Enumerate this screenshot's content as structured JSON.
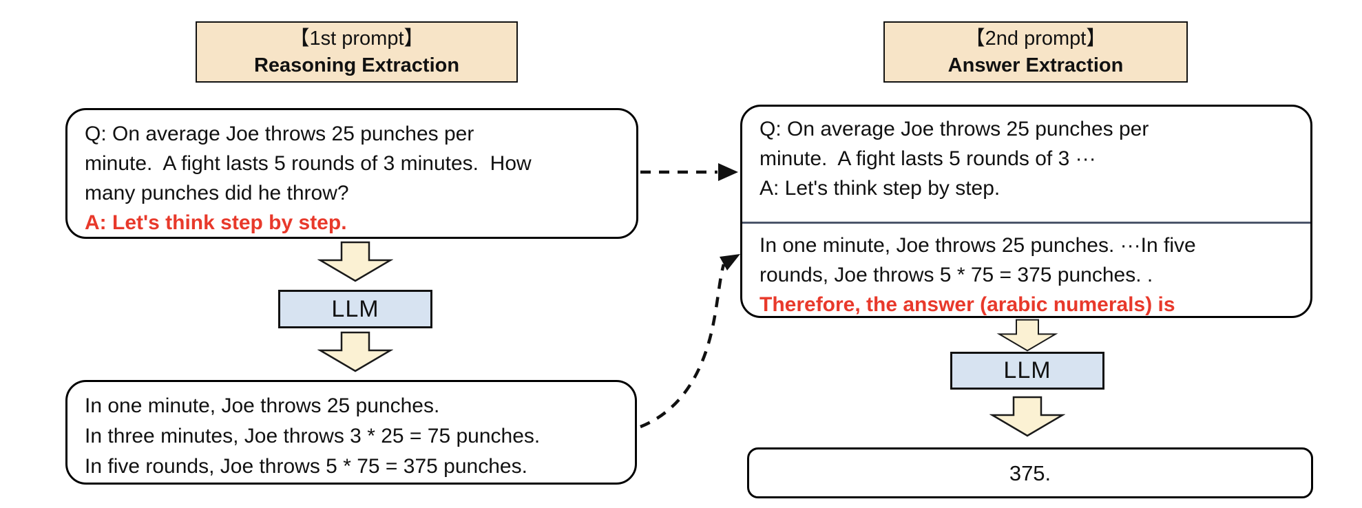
{
  "colors": {
    "header_fill": "#f7e4c7",
    "llm_fill": "#d7e3f1",
    "block_arrow_fill": "#fbf1d3",
    "highlight_red": "#e8392b",
    "divider": "#4b556a",
    "outline": "#111111"
  },
  "left": {
    "header": {
      "line1": "【1st prompt】",
      "line2": "Reasoning Extraction"
    },
    "prompt_box": {
      "question": "Q: On average Joe throws 25 punches per\nminute.  A fight lasts 5 rounds of 3 minutes.  How\nmany punches did he throw?",
      "trigger": "A: Let's think step by step."
    },
    "llm_label": "LLM",
    "output_box": {
      "text": "In one minute, Joe throws 25 punches.\nIn three minutes, Joe throws 3 * 25 = 75 punches.\nIn five rounds, Joe throws 5 * 75 = 375 punches."
    }
  },
  "right": {
    "header": {
      "line1": "【2nd prompt】",
      "line2": "Answer Extraction"
    },
    "prompt_box": {
      "question": "Q: On average Joe throws 25 punches per\nminute.  A fight lasts 5 rounds of 3 ···\nA: Let's think step by step.",
      "reasoning": "In one minute, Joe throws 25 punches. ···In five\nrounds, Joe throws 5 * 75 = 375 punches. .",
      "trigger": "Therefore, the answer (arabic numerals) is"
    },
    "llm_label": "LLM",
    "answer_box": {
      "text": "375."
    }
  }
}
